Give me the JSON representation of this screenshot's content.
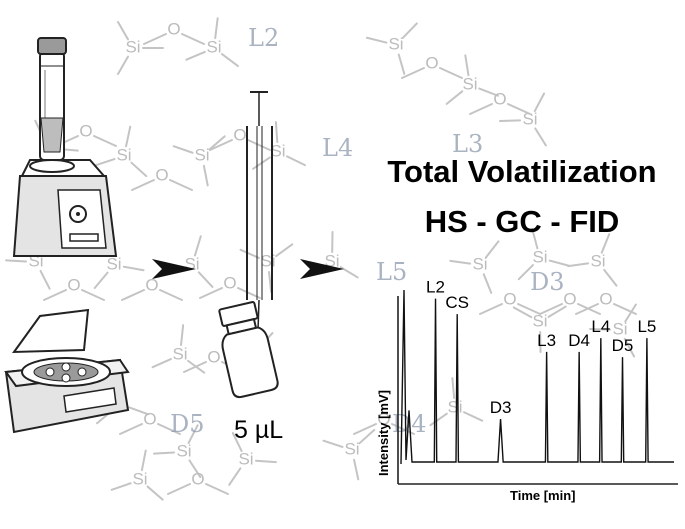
{
  "title_lines": [
    "Total Volatilization",
    "HS - GC - FID"
  ],
  "volume_label": "5 µL",
  "background_labels": [
    "L2",
    "L4",
    "L3",
    "L5",
    "D3",
    "D5",
    "D4"
  ],
  "atom_label": "Si",
  "oxygen_label": "O",
  "chart_data": {
    "type": "line",
    "xlabel": "Time [min]",
    "ylabel": "Intensity [mV]",
    "peaks": [
      {
        "label": "L2",
        "t": 0.12,
        "h": 0.95
      },
      {
        "label": "CS",
        "t": 0.2,
        "h": 0.86
      },
      {
        "label": "D3",
        "t": 0.36,
        "h": 0.25
      },
      {
        "label": "L3",
        "t": 0.53,
        "h": 0.64
      },
      {
        "label": "D4",
        "t": 0.65,
        "h": 0.64
      },
      {
        "label": "L4",
        "t": 0.73,
        "h": 0.72
      },
      {
        "label": "D5",
        "t": 0.81,
        "h": 0.61
      },
      {
        "label": "L5",
        "t": 0.9,
        "h": 0.72
      }
    ]
  },
  "colors": {
    "background_label": "#8e9aae",
    "molecule": "#c4c4c4"
  }
}
